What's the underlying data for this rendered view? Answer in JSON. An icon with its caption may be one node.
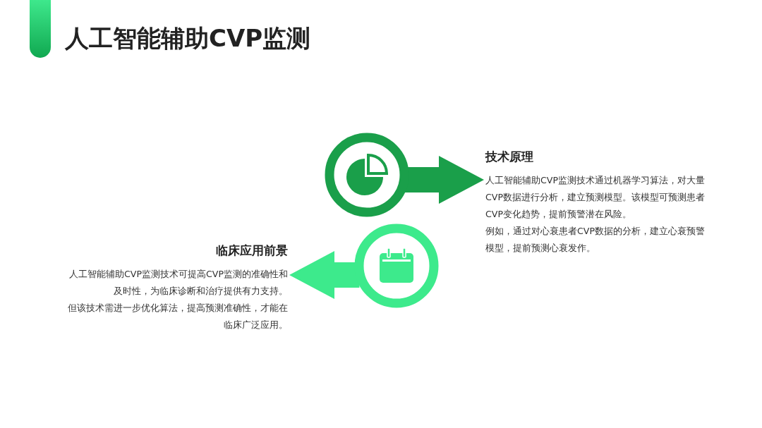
{
  "diagram": {
    "title": "人工智能辅助CVP监测",
    "nodes": [
      {
        "text": [],
        "shape": "circle"
      },
      {
        "text": [
          "技术原理",
          "人工智能辅助CVP监测技术通过机器学习算法，对大量CVP数据进行分析，建立预测模型。该模型可预测患者CVP变化趋势，提前预警潜在风险。",
          "例如，通过对心衰患者CVP数据的分析，建立心衰预警模型，提前预测心衰发作。"
        ]
      },
      {
        "text": [],
        "shape": "circle"
      },
      {
        "text": [
          "临床应用前景",
          "人工智能辅助CVP监测技术可提高CVP监测的准确性和及时性，为临床诊断和治疗提供有力支持。",
          "但该技术需进一步优化算法，提高预测准确性，才能在临床广泛应用。"
        ]
      }
    ],
    "edges": [
      {
        "from": 0,
        "to": 1,
        "arrow": "to",
        "style": "thick",
        "color": "#1a9f4a"
      },
      {
        "from": 2,
        "to": 3,
        "arrow": "to",
        "style": "thick",
        "color": "#3dea8c"
      }
    ]
  }
}
